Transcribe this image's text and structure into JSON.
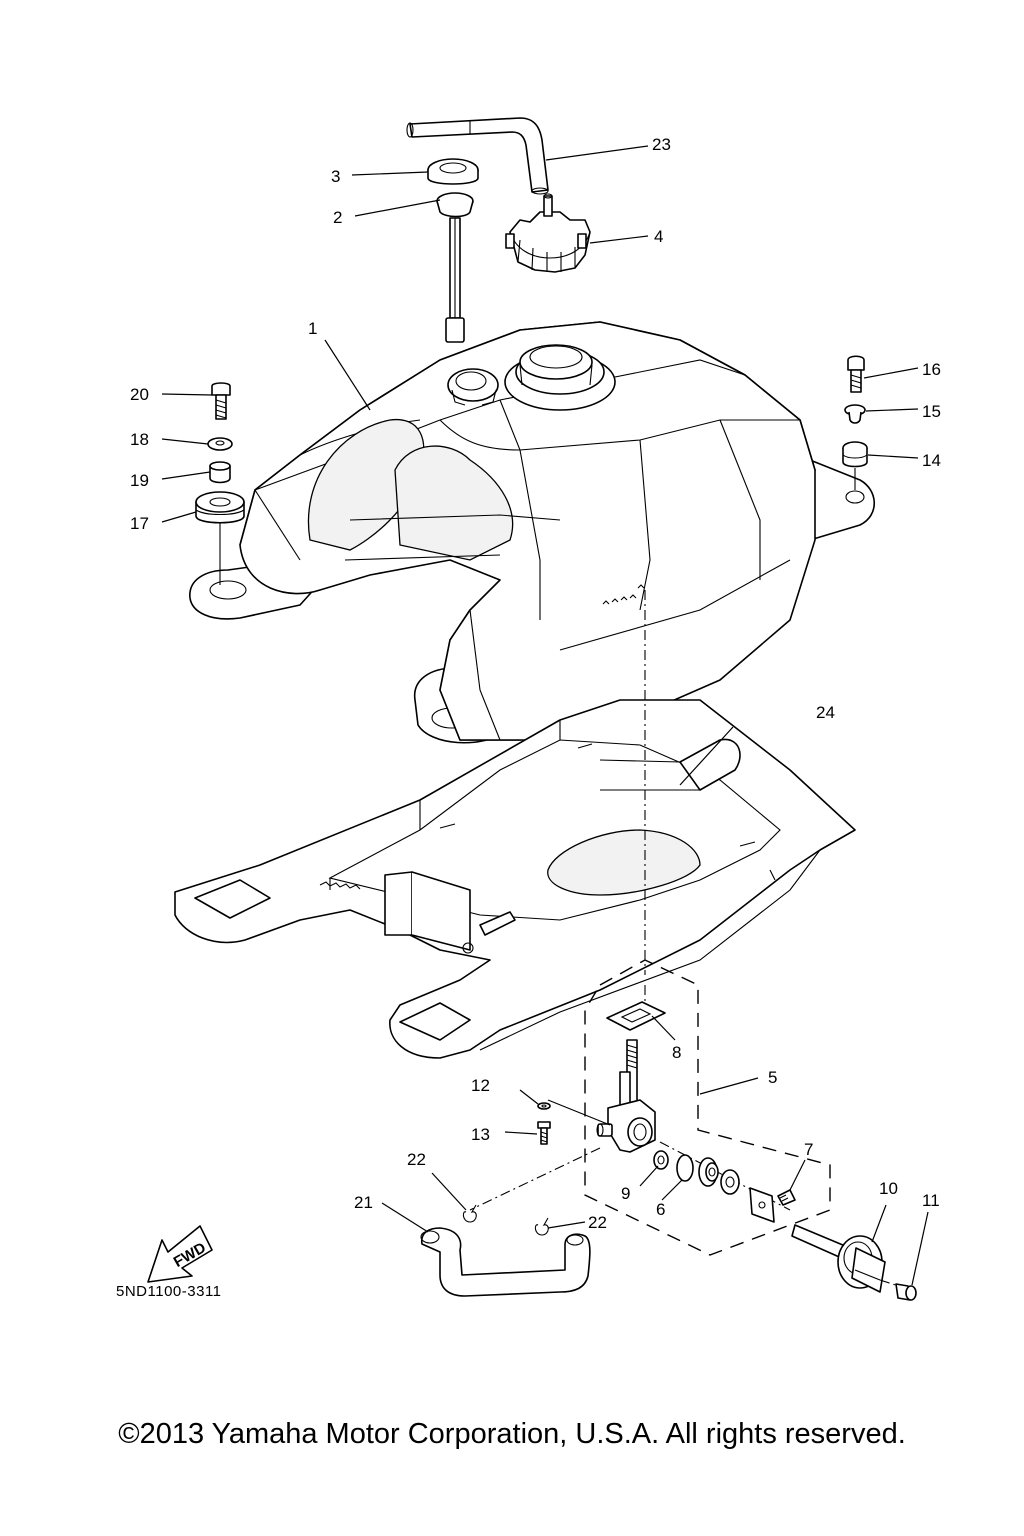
{
  "diagram": {
    "code": "5ND1100-3311",
    "fwd_label": "FWD",
    "copyright": "©2013 Yamaha Motor Corporation, U.S.A. All rights reserved."
  },
  "callouts": [
    {
      "id": "1",
      "label": "1"
    },
    {
      "id": "2",
      "label": "2"
    },
    {
      "id": "3",
      "label": "3"
    },
    {
      "id": "4",
      "label": "4"
    },
    {
      "id": "5",
      "label": "5"
    },
    {
      "id": "6",
      "label": "6"
    },
    {
      "id": "7",
      "label": "7"
    },
    {
      "id": "8",
      "label": "8"
    },
    {
      "id": "9",
      "label": "9"
    },
    {
      "id": "10",
      "label": "10"
    },
    {
      "id": "11",
      "label": "11"
    },
    {
      "id": "12",
      "label": "12"
    },
    {
      "id": "13",
      "label": "13"
    },
    {
      "id": "14",
      "label": "14"
    },
    {
      "id": "15",
      "label": "15"
    },
    {
      "id": "16",
      "label": "16"
    },
    {
      "id": "17",
      "label": "17"
    },
    {
      "id": "18",
      "label": "18"
    },
    {
      "id": "19",
      "label": "19"
    },
    {
      "id": "20",
      "label": "20"
    },
    {
      "id": "21",
      "label": "21"
    },
    {
      "id": "22a",
      "label": "22"
    },
    {
      "id": "22b",
      "label": "22"
    },
    {
      "id": "23",
      "label": "23"
    },
    {
      "id": "24",
      "label": "24"
    }
  ]
}
